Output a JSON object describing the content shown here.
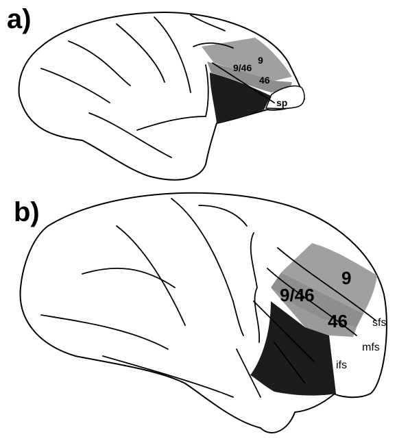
{
  "panels": [
    {
      "id": "a",
      "label": "a)",
      "areas": {
        "area_9": "9",
        "area_9_46": "9/46",
        "area_46": "46"
      },
      "sulci": {
        "sp": "sp"
      },
      "colors": {
        "area_9": "#a0a0a0",
        "area_9_46": "#8e8e8e",
        "area_46": "#9a9a9a",
        "ventral_dark": "#1c1c1c"
      }
    },
    {
      "id": "b",
      "label": "b)",
      "areas": {
        "area_9": "9",
        "area_9_46": "9/46",
        "area_46": "46"
      },
      "sulci": {
        "sfs": "sfs",
        "mfs": "mfs",
        "ifs": "ifs"
      },
      "colors": {
        "area_9": "#a0a0a0",
        "area_9_46": "#8e8e8e",
        "area_46": "#9a9a9a",
        "ventral_dark": "#1c1c1c"
      }
    }
  ]
}
